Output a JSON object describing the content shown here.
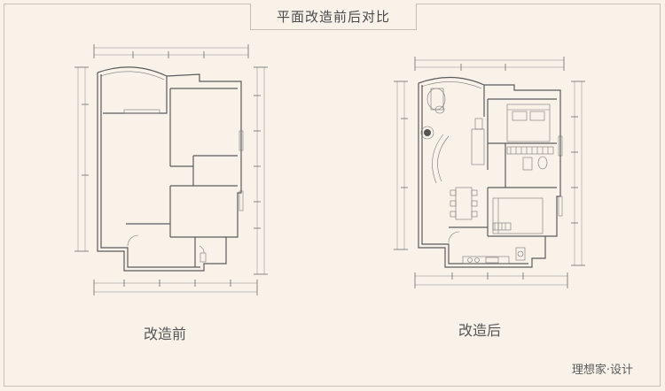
{
  "title": "平面改造前后对比",
  "before_label": "改造前",
  "after_label": "改造后",
  "brand": "理想家·设计"
}
